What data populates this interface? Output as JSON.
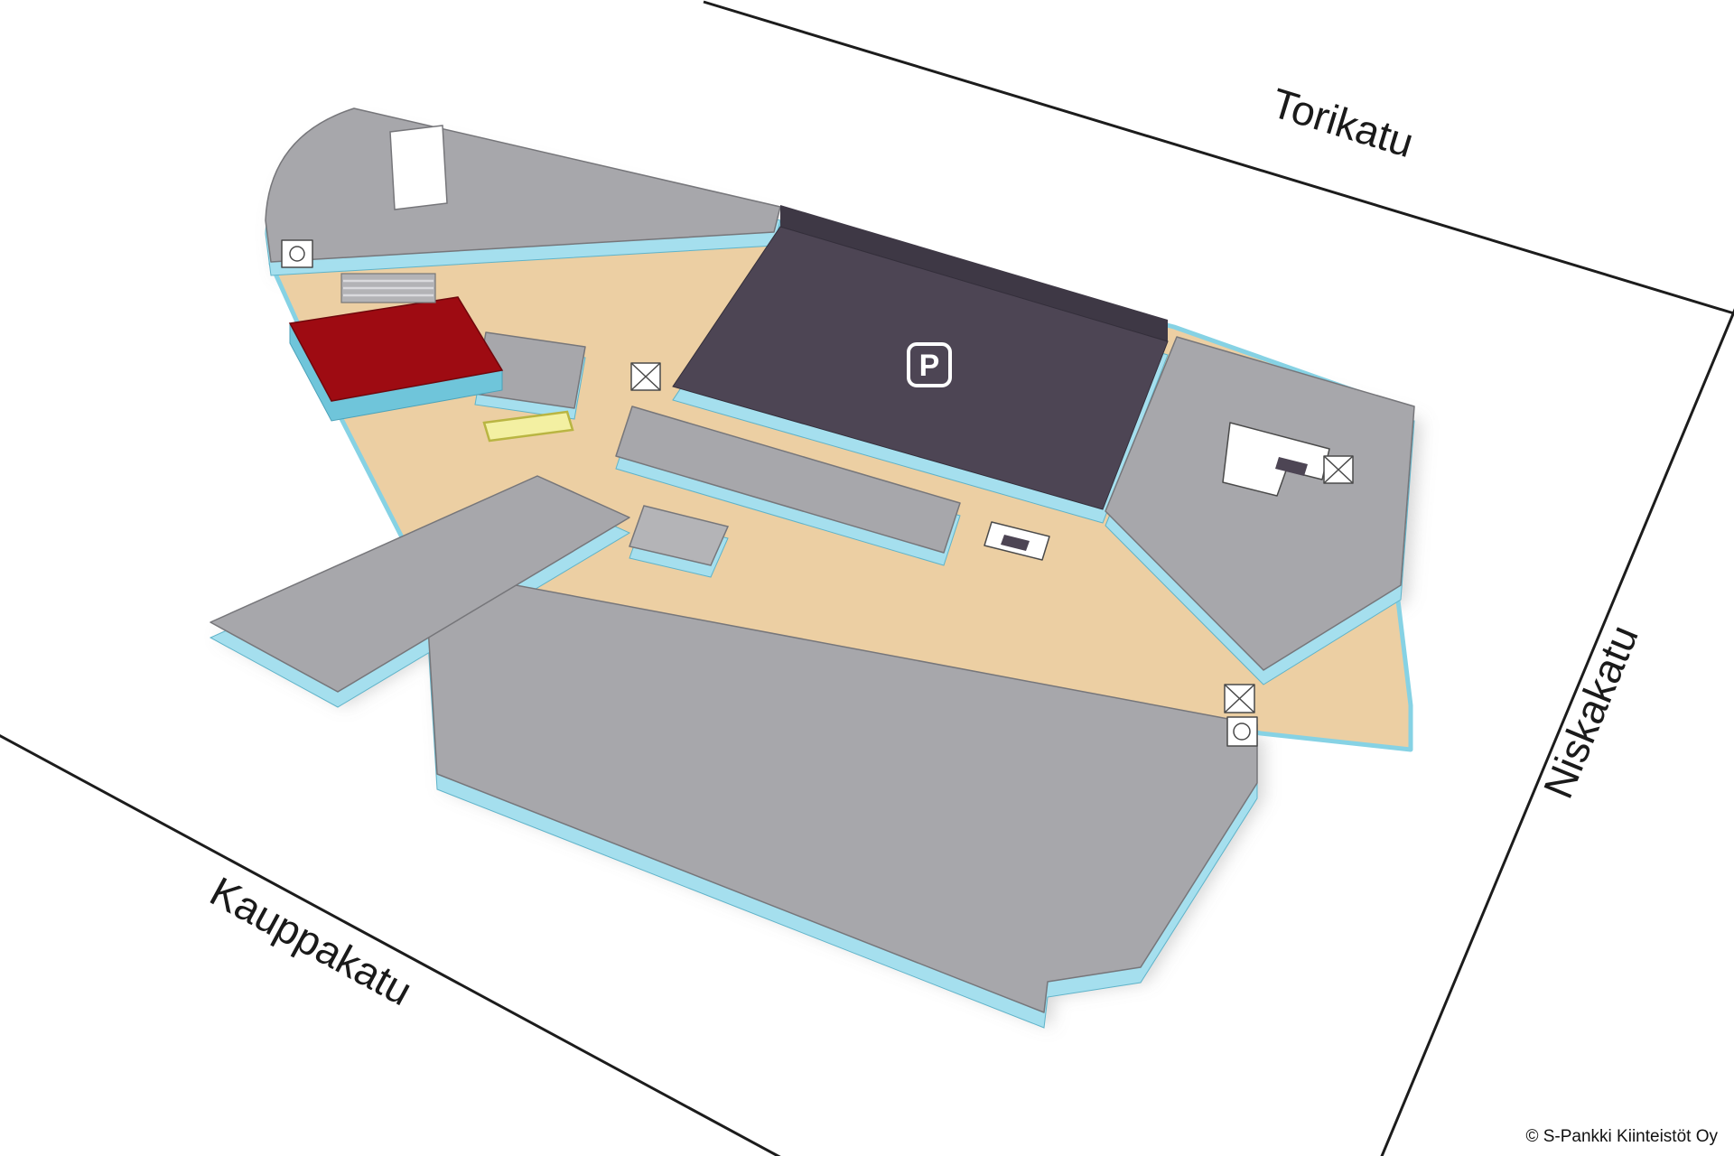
{
  "map": {
    "streets": [
      {
        "id": "torikatu",
        "name": "Torikatu"
      },
      {
        "id": "niskakatu",
        "name": "Niskakatu"
      },
      {
        "id": "kauppakatu",
        "name": "Kauppakatu"
      }
    ],
    "parking": {
      "label": "P"
    },
    "copyright": "© S-Pankki Kiinteistöt Oy",
    "colors": {
      "roof-gray": "#a7a7ab",
      "roof-gray-light": "#b4b4b7",
      "wall-cyan": "#a5dfee",
      "wall-cyan-dark": "#6fc5da",
      "wall-cyan-edge": "#86d2e4",
      "floor-tan": "#eccfa3",
      "parking-purple": "#4d4554",
      "parking-purple-dark": "#3e3845",
      "unit-red": "#9e0b12",
      "accent-yellow": "#f3f0a2",
      "accent-yellow-border": "#b9b542",
      "street-line": "#1c1c1c",
      "label-text": "#1a1a1a"
    }
  }
}
